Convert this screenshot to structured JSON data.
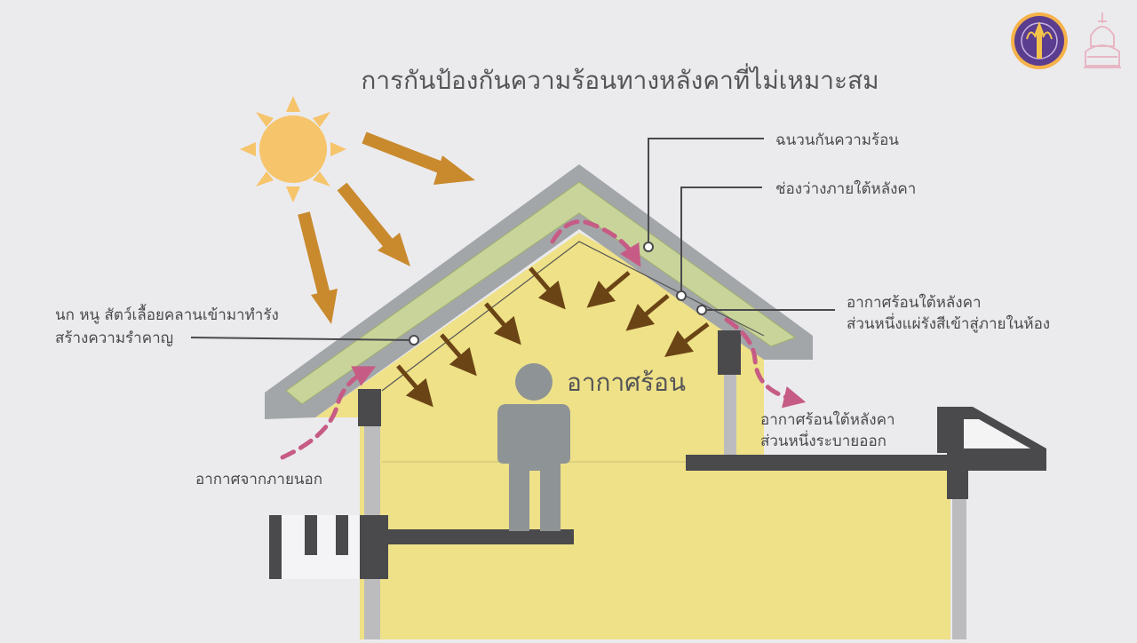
{
  "title": "การกันป้องกันความร้อนทางหลังคาที่ไม่เหมาะสม",
  "labels": {
    "insulation": "ฉนวนกันความร้อน",
    "attic_space": "ช่องว่างภายใต้หลังคา",
    "radiate_line1": "อากาศร้อนใต้หลังคา",
    "radiate_line2": "ส่วนหนึ่งแผ่รังสีเข้าสู่ภายในห้อง",
    "pests_line1": "นก หนู สัตว์เลื้อยคลานเข้ามาทำรัง",
    "pests_line2": "สร้างความรำคาญ",
    "hot_air": "อากาศร้อน",
    "vent_line1": "อากาศร้อนใต้หลังคา",
    "vent_line2": "ส่วนหนึ่งระบายออก",
    "outside_air": "อากาศจากภายนอก"
  },
  "logos": [
    "university-seal",
    "chulalongkorn-emblem"
  ],
  "colors": {
    "background": "#ebebee",
    "wall_fill": "#eee187",
    "sun": "#f6c46a",
    "sun_arrow": "#c98a2e",
    "radiation_arrow": "#6b4416",
    "airflow": "#c65c85",
    "structure": "#5b5b5e",
    "roof": "#a3a6a9",
    "insulation": "#c8d49a",
    "person": "#8e9396"
  }
}
